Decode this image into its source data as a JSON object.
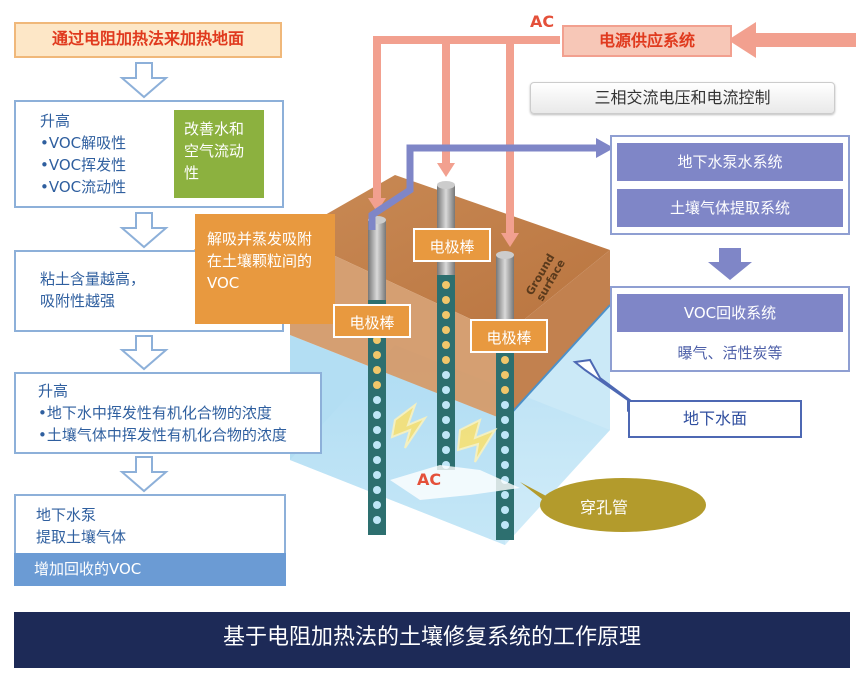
{
  "left": {
    "top_box": "通过电阻加热法来加热地面",
    "box1": {
      "lines": [
        "升高",
        "•VOC解吸性",
        "•VOC挥发性",
        "•VOC流动性"
      ],
      "side": [
        "改善水和",
        "空气流动",
        "性"
      ]
    },
    "box2": {
      "lines": [
        "粘土含量越高，",
        "吸附性越强"
      ]
    },
    "box3": {
      "lines": [
        "升高",
        "•地下水中挥发性有机化合物的浓度",
        "•土壤气体中挥发性有机化合物的浓度"
      ]
    },
    "box4": {
      "lines": [
        "地下水泵",
        "提取土壤气体"
      ],
      "footer": "增加回收的VOC"
    }
  },
  "center": {
    "desorb_callout": [
      "解吸并蒸发吸附",
      "在土壤颗粒间的",
      "VOC"
    ],
    "electrode_label": "电极棒",
    "ground_surface": [
      "Ground",
      "surface"
    ],
    "ac_top": "AC",
    "ac_mid": "AC",
    "perforated_pipe": "穿孔管"
  },
  "right": {
    "power_supply": "电源供应系统",
    "three_phase": "三相交流电压和电流控制",
    "pump_system": "地下水泵水系统",
    "soil_gas": "土壤气体提取系统",
    "voc_recovery": "VOC回收系统",
    "voc_methods": "曝气、活性炭等",
    "water_table": "地下水面"
  },
  "title": "基于电阻加热法的土壤修复系统的工作原理",
  "colors": {
    "blue_border": "#8db0d9",
    "orange": "#e8993f",
    "purple": "#7f86c7",
    "navy": "#1d2a57",
    "olive": "#b39b2c",
    "salmon": "#f2a08f"
  }
}
